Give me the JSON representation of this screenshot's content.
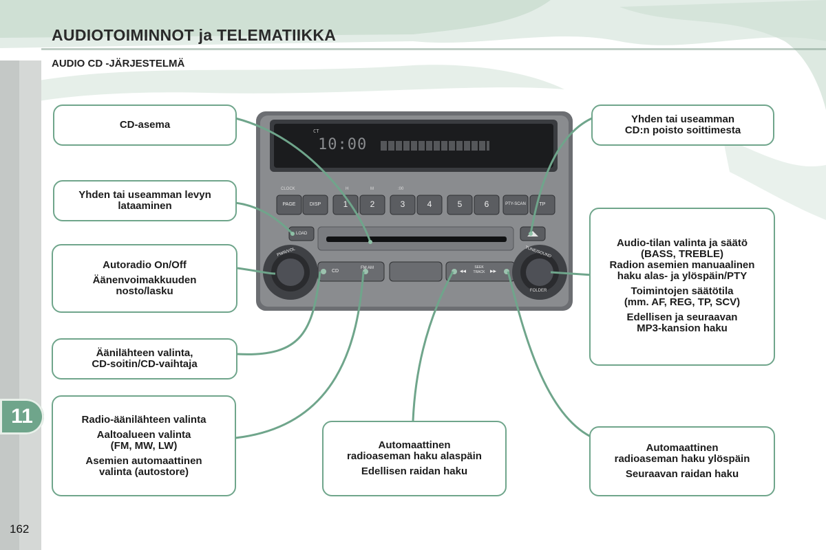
{
  "header": {
    "title": "AUDIOTOIMINNOT ja TELEMATIIKKA",
    "subtitle": "AUDIO CD -JÄRJESTELMÄ"
  },
  "chapter_tab": "11",
  "page_number": "162",
  "radio": {
    "display_small": "CT",
    "display_time": "10:00",
    "labels_above": [
      "CLOCK",
      "H",
      "M",
      ":00"
    ],
    "buttons": [
      "PAGE",
      "DISP",
      "1",
      "2",
      "3",
      "4",
      "5",
      "6",
      "PTY-SCAN",
      "TP"
    ],
    "load_label": "LOAD",
    "cd_label": "CD",
    "fm_am_label": "FM AM",
    "seek_label": "SEEK TRACK",
    "pwr_vol_label": "PWR/VOL",
    "tune_sound_label": "TUNE/SOUND",
    "folder_label": "FOLDER"
  },
  "callouts": {
    "cd_drive": [
      "CD-asema"
    ],
    "eject": [
      "Yhden tai useamman",
      "CD:n poisto soittimesta"
    ],
    "load": [
      "Yhden tai useamman levyn",
      "lataaminen"
    ],
    "power": [
      "Autoradio On/Off",
      "Äänenvoimakkuuden",
      "nosto/lasku"
    ],
    "audio_settings": [
      "Audio-tilan valinta ja säätö",
      "(BASS, TREBLE)",
      "Radion asemien manuaalinen",
      "haku alas- ja ylöspäin/PTY",
      "Toimintojen säätötila",
      "(mm. AF, REG, TP, SCV)",
      "Edellisen ja seuraavan",
      "MP3-kansion haku"
    ],
    "source": [
      "Äänilähteen valinta,",
      "CD-soitin/CD-vaihtaja"
    ],
    "radio_source": [
      "Radio-äänilähteen valinta",
      "Aaltoalueen valinta",
      "(FM, MW, LW)",
      "Asemien automaattinen",
      "valinta (autostore)"
    ],
    "seek_down": [
      "Automaattinen",
      "radioaseman haku alaspäin",
      "Edellisen raidan haku"
    ],
    "seek_up": [
      "Automaattinen",
      "radioaseman haku ylöspäin",
      "Seuraavan raidan haku"
    ]
  },
  "colors": {
    "accent": "#6fa58b",
    "panel": "#8a8c8f",
    "panel_dark": "#4a4c50"
  }
}
